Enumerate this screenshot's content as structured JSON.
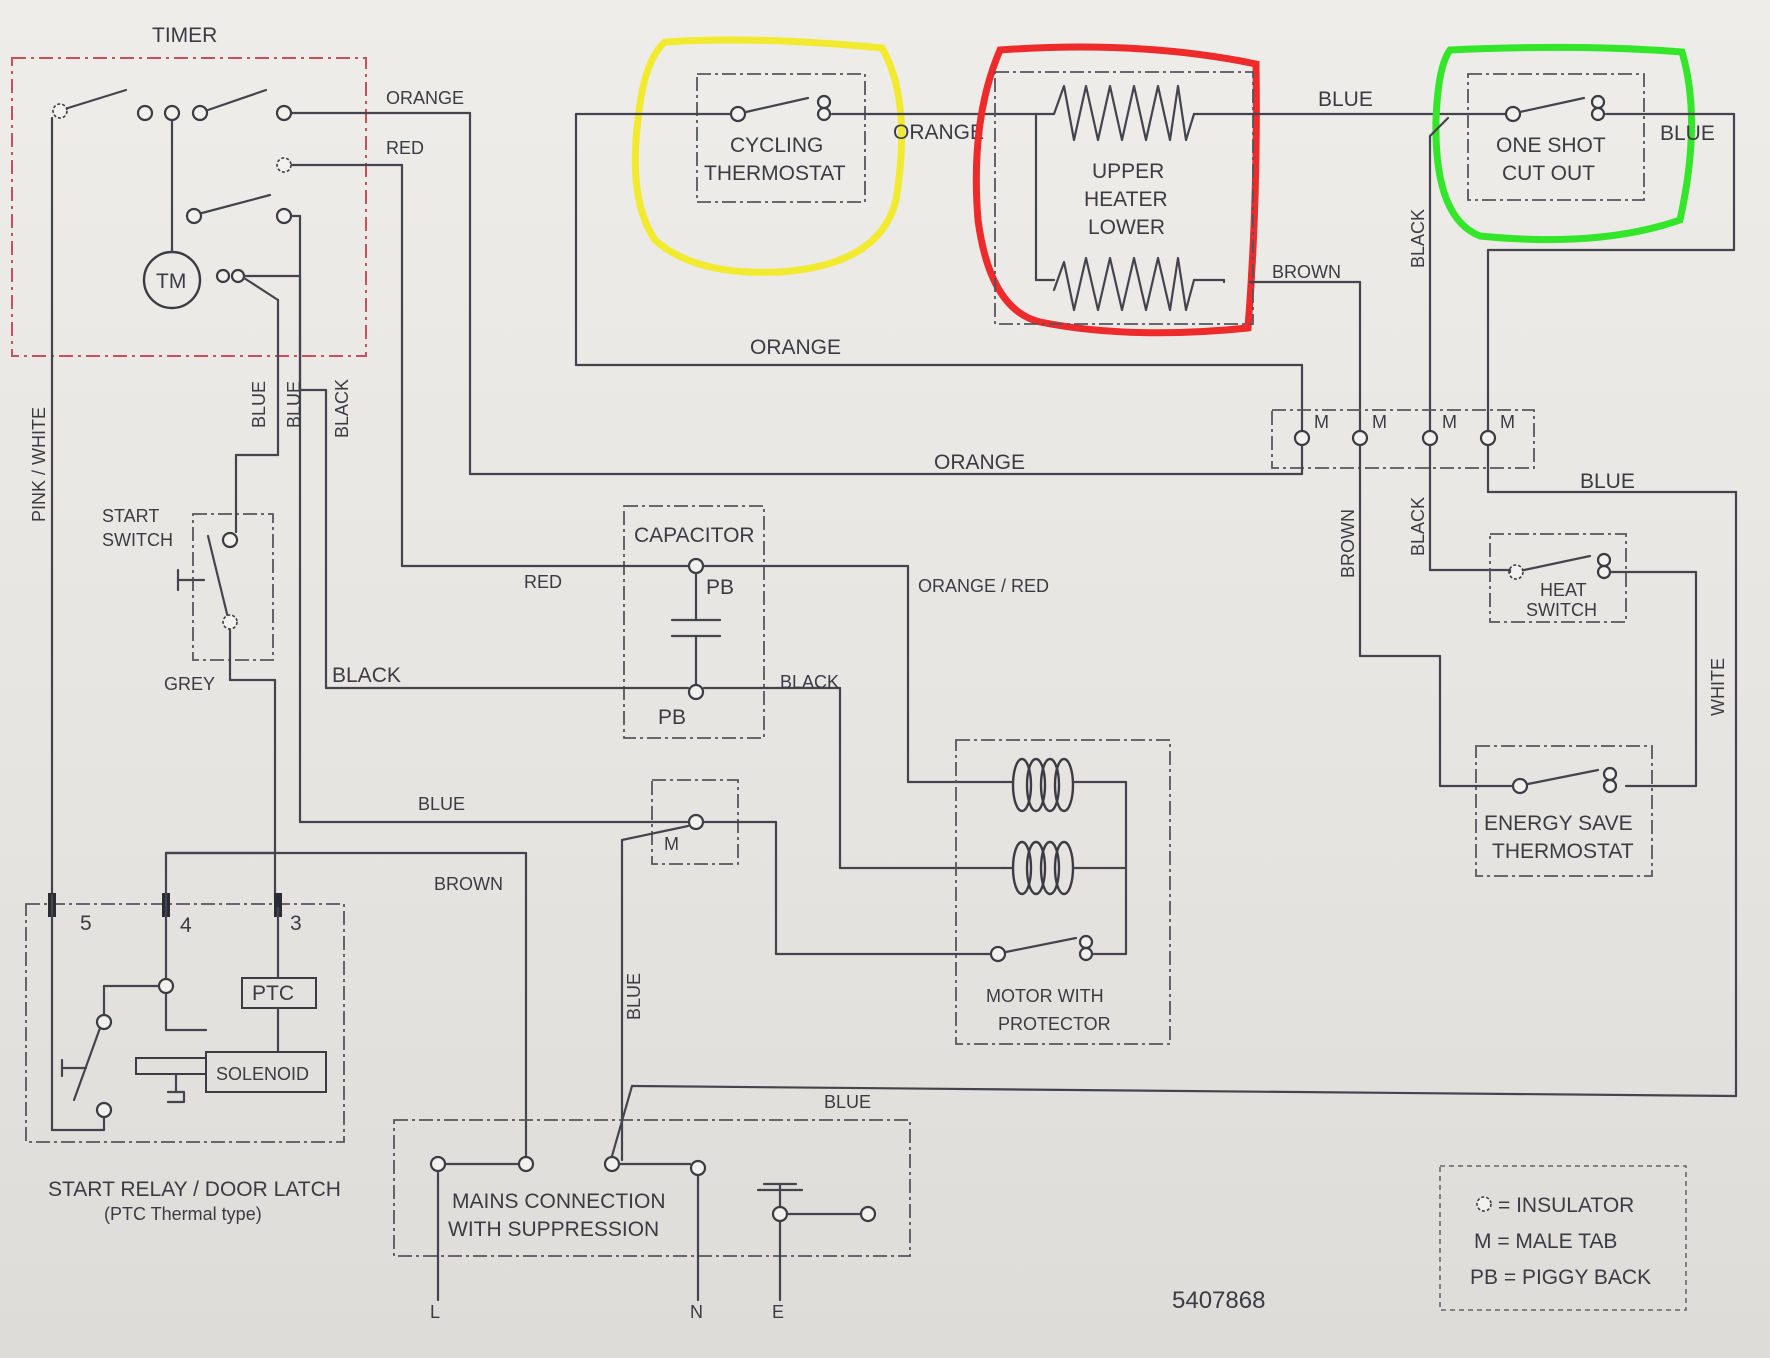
{
  "diagram": {
    "timer_label": "TIMER",
    "tm_label": "TM",
    "cycling_thermostat": [
      "CYCLING",
      "THERMOSTAT"
    ],
    "heater": [
      "UPPER",
      "HEATER",
      "LOWER"
    ],
    "one_shot_cutout": [
      "ONE SHOT",
      "CUT OUT"
    ],
    "start_switch": [
      "START",
      "SWITCH"
    ],
    "capacitor_label": "CAPACITOR",
    "piggy_back_abbr": "PB",
    "male_tab_abbr": "M",
    "heat_switch": [
      "HEAT",
      "SWITCH"
    ],
    "energy_save_thermostat": [
      "ENERGY SAVE",
      "THERMOSTAT"
    ],
    "motor_with_protector": [
      "MOTOR WITH",
      "PROTECTOR"
    ],
    "start_relay": [
      "START RELAY / DOOR LATCH",
      "(PTC Thermal type)"
    ],
    "ptc_label": "PTC",
    "solenoid_label": "SOLENOID",
    "mains_connection": [
      "MAINS CONNECTION",
      "WITH SUPPRESSION"
    ],
    "terminals": {
      "t5": "5",
      "t4": "4",
      "t3": "3"
    },
    "mains_terminals": {
      "live": "L",
      "neutral": "N",
      "earth": "E"
    },
    "part_number": "5407868",
    "wire_labels": {
      "orange": "ORANGE",
      "red": "RED",
      "blue": "BLUE",
      "black": "BLACK",
      "brown": "BROWN",
      "grey": "GREY",
      "white": "WHITE",
      "pink_white": "PINK / WHITE",
      "orange_red": "ORANGE / RED"
    },
    "legend": [
      "= INSULATOR",
      "M  = MALE TAB",
      "PB =  PIGGY BACK"
    ],
    "highlights": {
      "cycling_thermostat": "#f2ea2e",
      "heater": "#ee2a2a",
      "one_shot_cutout": "#33e62a"
    },
    "timer_box_color": "#c8505a"
  }
}
